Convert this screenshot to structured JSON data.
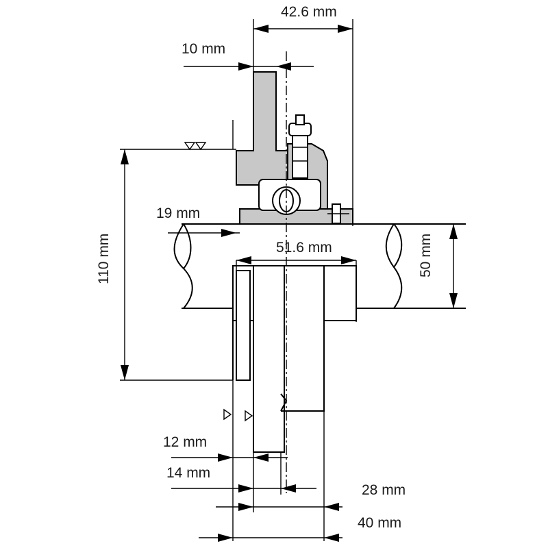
{
  "dimensions": {
    "top_width": "42.6 mm",
    "flange_thickness": "10 mm",
    "height": "110 mm",
    "offset_19": "19 mm",
    "base_width": "51.6 mm",
    "bore": "50 mm",
    "dim_12": "12 mm",
    "dim_14": "14 mm",
    "dim_28": "28 mm",
    "dim_40": "40 mm"
  }
}
